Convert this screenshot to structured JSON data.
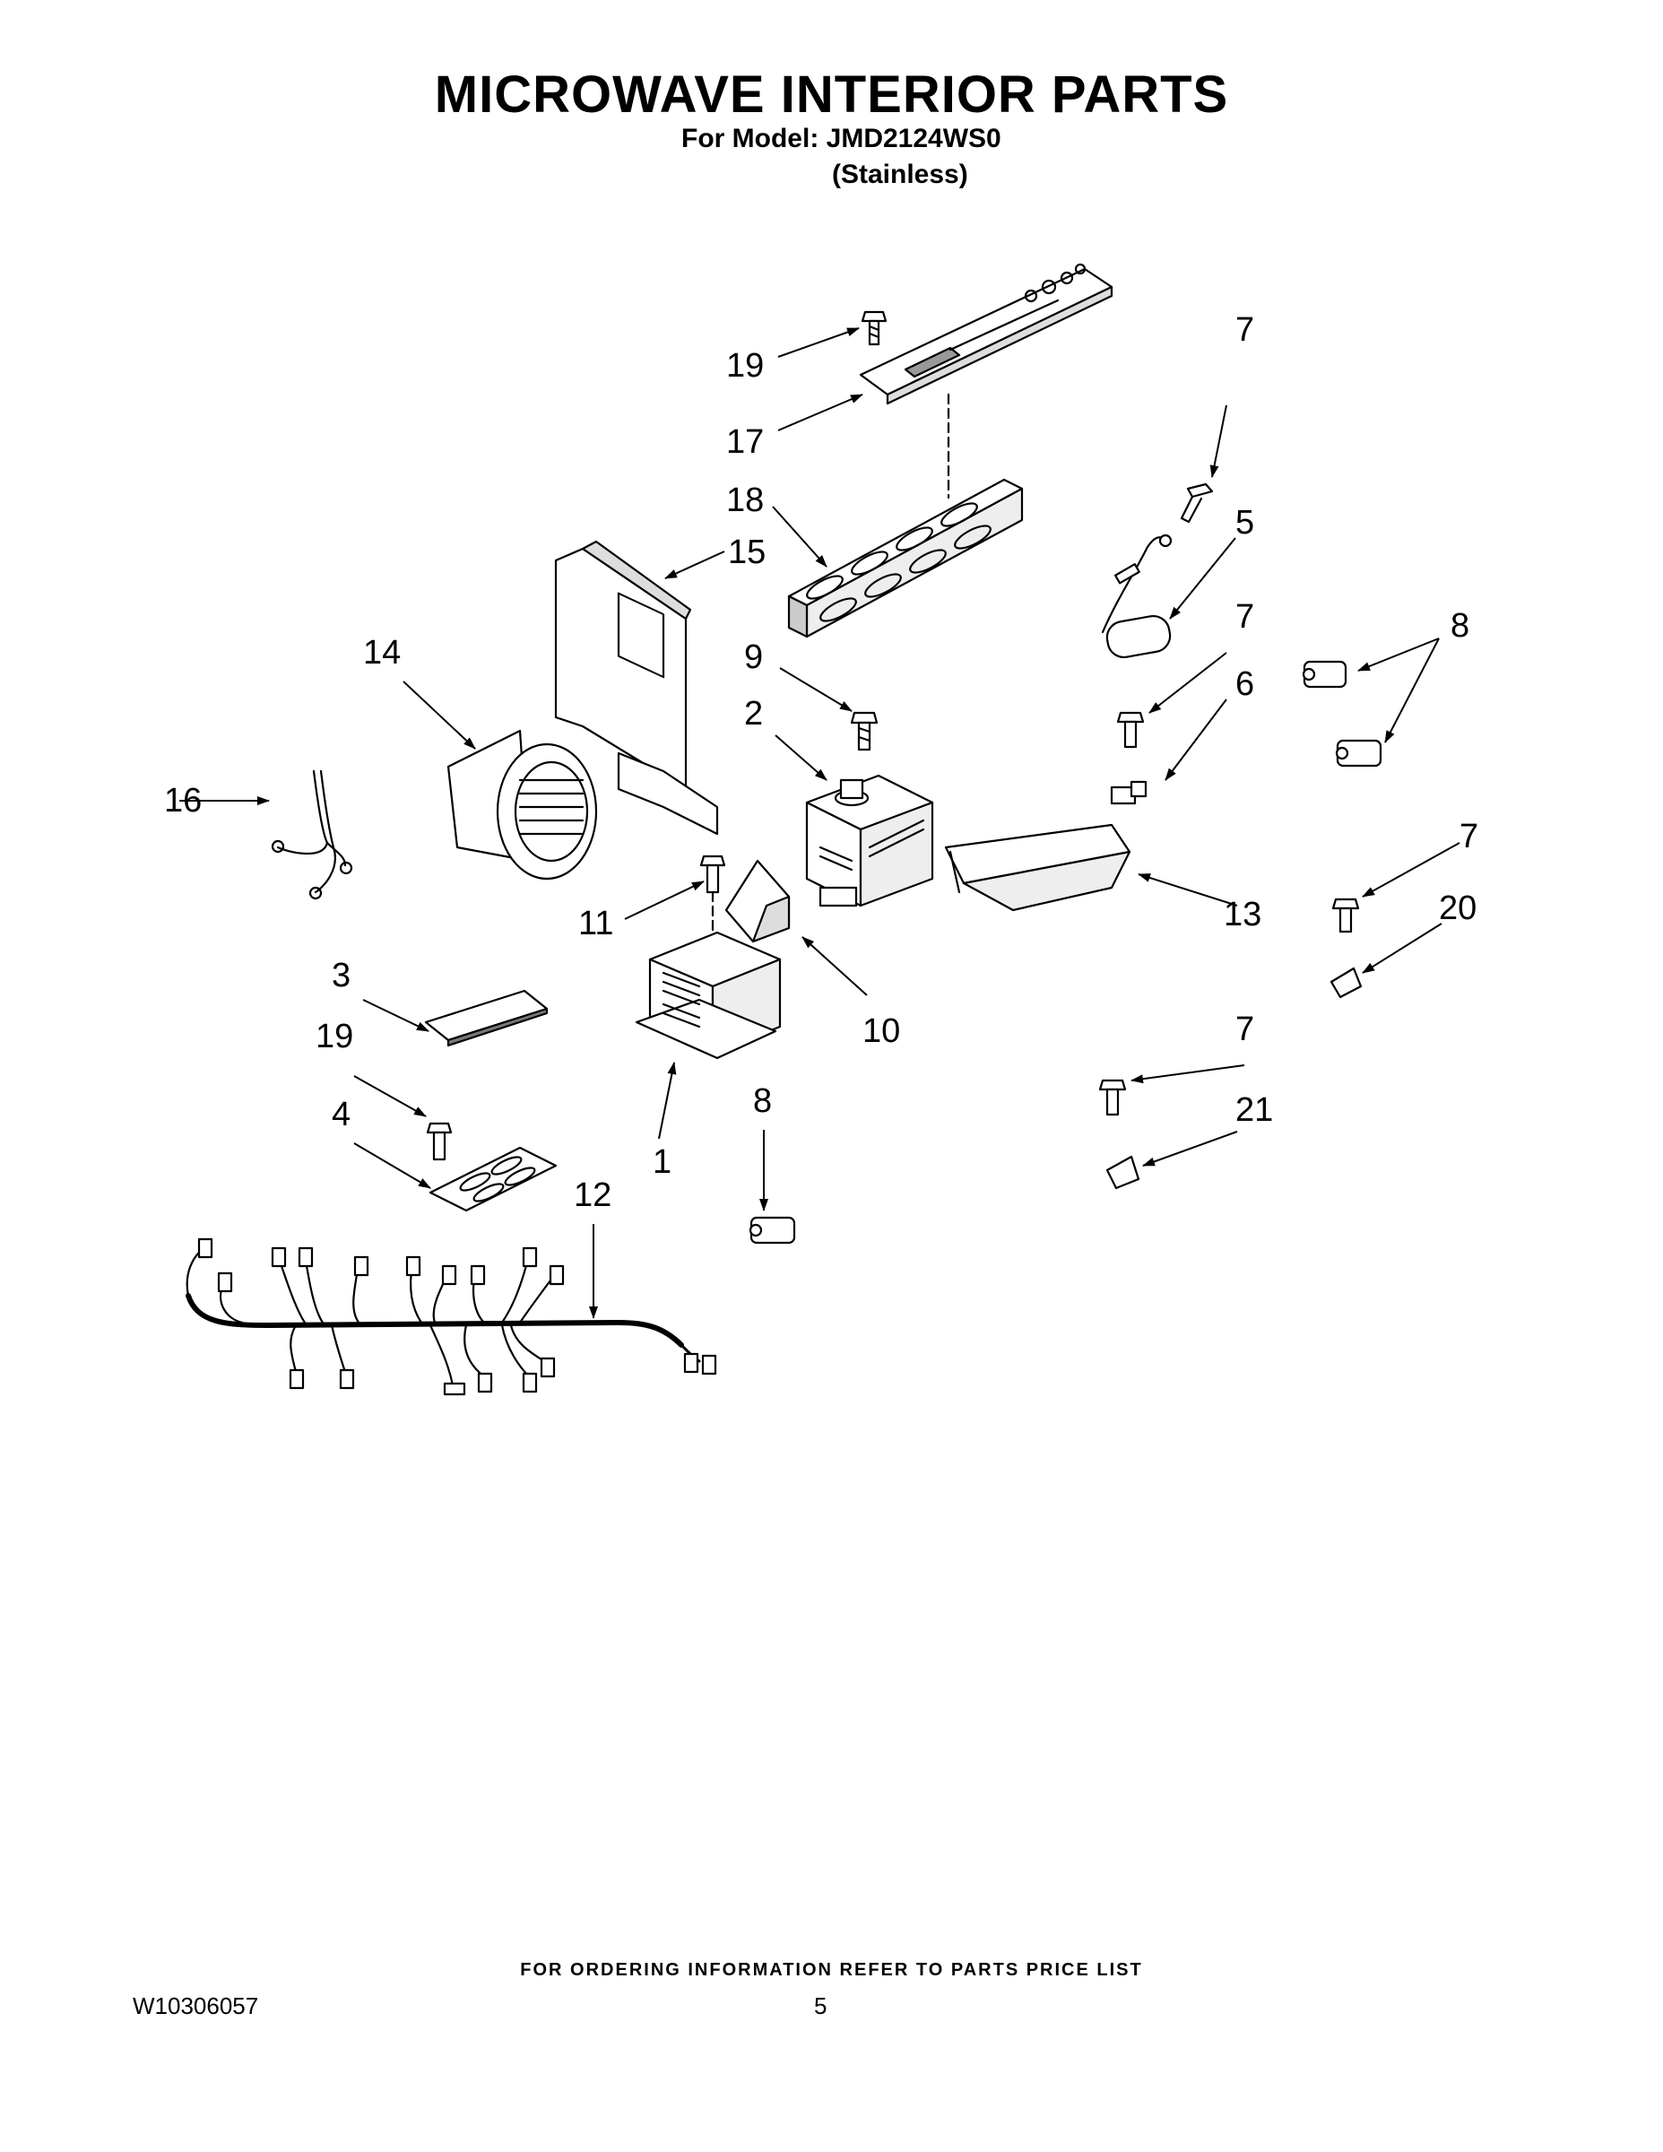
{
  "header": {
    "title": "MICROWAVE INTERIOR PARTS",
    "model_line": "For Model: JMD2124WS0",
    "finish_line": "(Stainless)"
  },
  "callouts": {
    "c1": "1",
    "c2": "2",
    "c3": "3",
    "c4": "4",
    "c5": "5",
    "c6": "6",
    "c7a": "7",
    "c7b": "7",
    "c7c": "7",
    "c7d": "7",
    "c8a": "8",
    "c8b": "8",
    "c9": "9",
    "c10": "10",
    "c11": "11",
    "c12": "12",
    "c13": "13",
    "c14": "14",
    "c15": "15",
    "c16": "16",
    "c17": "17",
    "c18": "18",
    "c19a": "19",
    "c19b": "19",
    "c20": "20",
    "c21": "21"
  },
  "footer": {
    "ordering_note": "FOR ORDERING INFORMATION REFER TO PARTS PRICE LIST",
    "document_number": "W10306057",
    "page_number": "5"
  }
}
